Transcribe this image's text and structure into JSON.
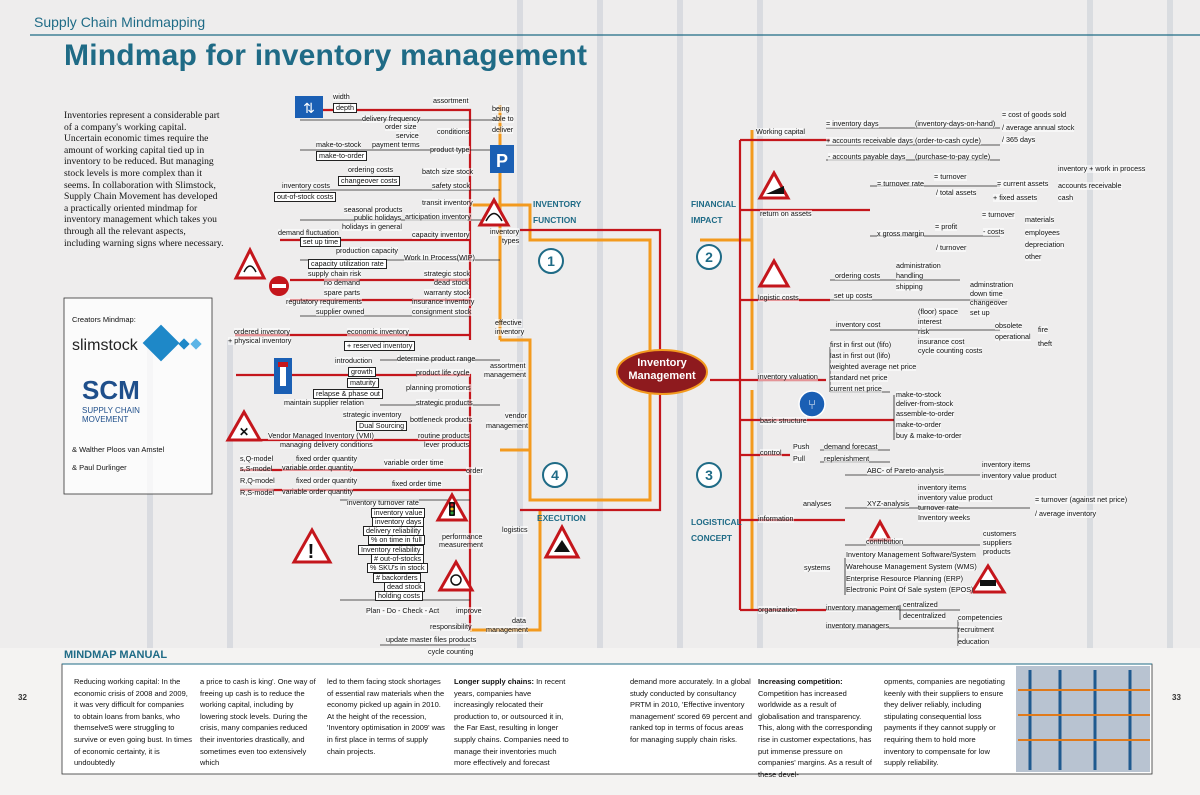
{
  "header": "Supply Chain Mindmapping",
  "title": "Mindmap for inventory management",
  "intro": "Inventories represent a considerable part of a company's working capital. Uncertain economic times require the amount of working capital tied up in inventory to be reduced. But managing stock levels is more complex than it seems. In collaboration with Slimstock, Supply Chain Movement has developed a practically oriented mindmap for inventory management which takes you through all the relevant aspects, including warning signs where necessary.",
  "creators": {
    "label": "Creators Mindmap:",
    "logo1": "slimstock",
    "logo2": "SCM",
    "logo2_sub1": "SUPPLY CHAIN",
    "logo2_sub2": "MOVEMENT",
    "person1": "& Walther Ploos van Amstel",
    "person2": "& Paul Durlinger"
  },
  "center": {
    "line1": "Inventory",
    "line2": "Management"
  },
  "branches": {
    "b1": "INVENTORY FUNCTION",
    "b2": "FINANCIAL IMPACT",
    "b3": "LOGISTICAL CONCEPT",
    "b4": "EXECUTION"
  },
  "nums": [
    "1",
    "2",
    "3",
    "4"
  ],
  "q1": [
    [
      "width",
      333,
      93,
      0
    ],
    [
      "assortment",
      433,
      97,
      0
    ],
    [
      "depth",
      333,
      103,
      1
    ],
    [
      "being",
      492,
      105,
      0
    ],
    [
      "delivery frequency",
      362,
      115,
      0
    ],
    [
      "able to",
      492,
      115,
      0
    ],
    [
      "order size",
      385,
      123,
      0
    ],
    [
      "deliver",
      492,
      126,
      0
    ],
    [
      "conditions",
      437,
      128,
      0
    ],
    [
      "service",
      396,
      132,
      0
    ],
    [
      "make-to-stock",
      316,
      141,
      0
    ],
    [
      "payment terms",
      372,
      141,
      0
    ],
    [
      "product type",
      430,
      146,
      0
    ],
    [
      "make-to-order",
      316,
      151,
      1
    ],
    [
      "ordering costs",
      348,
      166,
      0
    ],
    [
      "batch size stock",
      422,
      168,
      0
    ],
    [
      "changeover costs",
      338,
      176,
      1
    ],
    [
      "inventory costs",
      282,
      182,
      0
    ],
    [
      "safety stock",
      432,
      182,
      0
    ],
    [
      "out-of-stock costs",
      274,
      192,
      1
    ],
    [
      "transit inventory",
      422,
      199,
      0
    ],
    [
      "seasonal products",
      344,
      206,
      0
    ],
    [
      "public holidays",
      354,
      214,
      0
    ],
    [
      "articipation inventory",
      405,
      213,
      0
    ],
    [
      "holidays in general",
      342,
      223,
      0
    ],
    [
      "inventory",
      490,
      228,
      0
    ],
    [
      "demand fluctuation",
      278,
      229,
      0
    ],
    [
      "capacity inventory",
      412,
      231,
      0
    ],
    [
      "set up time",
      300,
      237,
      1
    ],
    [
      "types",
      502,
      237,
      0
    ],
    [
      "production capacity",
      336,
      247,
      0
    ],
    [
      "Work In Process(WIP)",
      404,
      254,
      0
    ],
    [
      "capacity utilization rate",
      308,
      259,
      1
    ],
    [
      "supply chain risk",
      308,
      270,
      0
    ],
    [
      "strategic stock",
      424,
      270,
      0
    ],
    [
      "no demand",
      324,
      279,
      0
    ],
    [
      "dead stock",
      434,
      279,
      0
    ],
    [
      "spare parts",
      324,
      289,
      0
    ],
    [
      "warranty stock",
      424,
      289,
      0
    ],
    [
      "regulatory requirements",
      286,
      298,
      0
    ],
    [
      "insurance inventory",
      412,
      298,
      0
    ],
    [
      "supplier owned",
      316,
      308,
      0
    ],
    [
      "consignment stock",
      412,
      308,
      0
    ],
    [
      "effective",
      495,
      319,
      0
    ],
    [
      "inventory",
      495,
      328,
      0
    ],
    [
      "ordered inventory",
      234,
      328,
      0
    ],
    [
      "economic inventory",
      347,
      328,
      0
    ],
    [
      "+ physical inventory",
      228,
      337,
      0
    ],
    [
      "+ reserved inventory",
      344,
      341,
      1
    ]
  ],
  "q4": [
    [
      "determine product range",
      397,
      355,
      0
    ],
    [
      "introduction",
      335,
      357,
      0
    ],
    [
      "assortment",
      490,
      362,
      0
    ],
    [
      "growth",
      348,
      367,
      1
    ],
    [
      "product life cycle",
      416,
      369,
      0
    ],
    [
      "management",
      484,
      371,
      0
    ],
    [
      "maturity",
      347,
      378,
      1
    ],
    [
      "planning promotions",
      406,
      384,
      0
    ],
    [
      "relapse & phase out",
      313,
      389,
      1
    ],
    [
      "maintain supplier relation",
      284,
      399,
      0
    ],
    [
      "strategic products",
      416,
      399,
      0
    ],
    [
      "vendor",
      505,
      412,
      0
    ],
    [
      "strategic inventory",
      343,
      411,
      0
    ],
    [
      "bottleneck products",
      410,
      416,
      0
    ],
    [
      "Dual Sourcing",
      356,
      421,
      1
    ],
    [
      "management",
      486,
      422,
      0
    ],
    [
      "Vendor Managed Inventory (VMI)",
      268,
      432,
      0
    ],
    [
      "routine products",
      418,
      432,
      0
    ],
    [
      "managing delivery conditions",
      280,
      441,
      0
    ],
    [
      "lever products",
      424,
      441,
      0
    ],
    [
      "s,Q-model",
      240,
      455,
      0
    ],
    [
      "fixed order quantity",
      296,
      455,
      0
    ],
    [
      "variable order time",
      384,
      459,
      0
    ],
    [
      "s,S-model",
      240,
      465,
      0
    ],
    [
      "variable order quantity",
      282,
      464,
      0
    ],
    [
      "order",
      466,
      467,
      0
    ],
    [
      "R,Q-model",
      240,
      477,
      0
    ],
    [
      "fixed order quantity",
      296,
      477,
      0
    ],
    [
      "fixed order time",
      392,
      480,
      0
    ],
    [
      "R,S-model",
      240,
      489,
      0
    ],
    [
      "variable order quantity",
      282,
      488,
      0
    ],
    [
      "inventory turnover rate",
      347,
      499,
      0
    ],
    [
      "inventory value",
      371,
      508,
      1
    ],
    [
      "inventory days",
      372,
      517,
      1
    ],
    [
      "delivery reliability",
      363,
      526,
      1
    ],
    [
      "logistics",
      502,
      526,
      0
    ],
    [
      "% on time in full",
      368,
      535,
      1
    ],
    [
      "performance",
      442,
      533,
      0
    ],
    [
      "Inventory reliability",
      358,
      545,
      1
    ],
    [
      "measurement",
      439,
      541,
      0
    ],
    [
      "# out-of-stocks",
      371,
      554,
      1
    ],
    [
      "% SKU's in stock",
      367,
      563,
      1
    ],
    [
      "# backorders",
      373,
      573,
      1
    ],
    [
      "dead stock",
      384,
      582,
      1
    ],
    [
      "holding costs",
      375,
      591,
      1
    ],
    [
      "Plan - Do - Check - Act",
      366,
      607,
      0
    ],
    [
      "improve",
      456,
      607,
      0
    ],
    [
      "data",
      512,
      617,
      0
    ],
    [
      "responsibility",
      430,
      623,
      0
    ],
    [
      "management",
      486,
      626,
      0
    ],
    [
      "update master files products",
      386,
      636,
      0
    ],
    [
      "cycle counting",
      428,
      648,
      0
    ]
  ],
  "q2": [
    [
      "= cost of goods sold",
      1002,
      111,
      0
    ],
    [
      "= inventory days",
      826,
      120,
      0
    ],
    [
      "(inventory-days-on-hand)",
      915,
      120,
      0
    ],
    [
      "/ average annual stock",
      1002,
      124,
      0
    ],
    [
      "Working capital",
      756,
      128,
      0
    ],
    [
      "+ accounts receivable days",
      826,
      137,
      0
    ],
    [
      "(order-to-cash cycle)",
      915,
      137,
      0
    ],
    [
      "/ 365 days",
      1002,
      136,
      0
    ],
    [
      "- accounts payable days",
      828,
      153,
      0
    ],
    [
      "(purchase-to-pay cycle)",
      915,
      153,
      0
    ],
    [
      "inventory + work in process",
      1058,
      165,
      0
    ],
    [
      "= turnover",
      934,
      173,
      0
    ],
    [
      "= turnover rate",
      877,
      180,
      0
    ],
    [
      "= current assets",
      997,
      180,
      0
    ],
    [
      "accounts receivable",
      1058,
      182,
      0
    ],
    [
      "/ total assets",
      936,
      189,
      0
    ],
    [
      "+ fixed assets",
      993,
      194,
      0
    ],
    [
      "cash",
      1058,
      194,
      0
    ],
    [
      "return on assets",
      760,
      210,
      0
    ],
    [
      "= turnover",
      982,
      211,
      0
    ],
    [
      "materials",
      1025,
      216,
      0
    ],
    [
      "= profit",
      935,
      223,
      0
    ],
    [
      "- costs",
      983,
      228,
      0
    ],
    [
      "employees",
      1025,
      229,
      0
    ],
    [
      "x gross margin",
      877,
      230,
      0
    ],
    [
      "depreciation",
      1025,
      241,
      0
    ],
    [
      "/ turnover",
      936,
      244,
      0
    ],
    [
      "other",
      1025,
      253,
      0
    ]
  ],
  "q3": [
    [
      "administration",
      896,
      262,
      0
    ],
    [
      "ordering costs",
      835,
      272,
      0
    ],
    [
      "handling",
      896,
      272,
      0
    ],
    [
      "adminstration",
      970,
      281,
      0
    ],
    [
      "shipping",
      896,
      283,
      0
    ],
    [
      "down time",
      970,
      290,
      0
    ],
    [
      "set up costs",
      834,
      292,
      0
    ],
    [
      "logistic costs",
      758,
      294,
      0
    ],
    [
      "changeover",
      970,
      299,
      0
    ],
    [
      "(floor) space",
      918,
      308,
      0
    ],
    [
      "set up",
      970,
      309,
      0
    ],
    [
      "interest",
      918,
      318,
      0
    ],
    [
      "obsolete",
      995,
      322,
      0
    ],
    [
      "fire",
      1038,
      326,
      0
    ],
    [
      "inventory cost",
      836,
      321,
      0
    ],
    [
      "risk",
      918,
      328,
      0
    ],
    [
      "operational",
      995,
      333,
      0
    ],
    [
      "insurance cost",
      918,
      338,
      0
    ],
    [
      "theft",
      1038,
      340,
      0
    ],
    [
      "first in first out  (fifo)",
      830,
      341,
      0
    ],
    [
      "cycle counting costs",
      918,
      347,
      0
    ],
    [
      "last in first out (lifo)",
      830,
      352,
      0
    ],
    [
      "weighted average net price",
      830,
      363,
      0
    ],
    [
      "inventory valuation",
      758,
      373,
      0
    ],
    [
      "standard net price",
      830,
      374,
      0
    ],
    [
      "current net price",
      830,
      385,
      0
    ],
    [
      "make-to-stock",
      896,
      391,
      0
    ],
    [
      "deliver-from-stock",
      896,
      400,
      0
    ],
    [
      "assemble-to-order",
      896,
      410,
      0
    ],
    [
      "basic structure",
      760,
      417,
      0
    ],
    [
      "make-to-order",
      896,
      421,
      0
    ],
    [
      "buy & make-to-order",
      896,
      432,
      0
    ],
    [
      "Push",
      793,
      443,
      0
    ],
    [
      "demand forecast",
      824,
      443,
      0
    ],
    [
      "control",
      760,
      449,
      0
    ],
    [
      "Pull",
      793,
      455,
      0
    ],
    [
      "replenishment",
      824,
      455,
      0
    ],
    [
      "inventory items",
      982,
      461,
      0
    ],
    [
      "ABC- of Pareto-analysis",
      867,
      467,
      0
    ],
    [
      "inventory value product",
      982,
      472,
      0
    ],
    [
      "inventory items",
      918,
      484,
      0
    ],
    [
      "= turnover (against net price)",
      1035,
      496,
      0
    ],
    [
      "analyses",
      803,
      500,
      0
    ],
    [
      "XYZ-analysis",
      867,
      500,
      0
    ],
    [
      "inventory value product",
      918,
      494,
      0
    ],
    [
      "turnover rate",
      918,
      504,
      0
    ],
    [
      "/ average inventory",
      1035,
      510,
      0
    ],
    [
      "information",
      758,
      515,
      0
    ],
    [
      "Inventory weeks",
      918,
      514,
      0
    ],
    [
      "customers",
      983,
      530,
      0
    ],
    [
      "contribution",
      866,
      538,
      0
    ],
    [
      "suppliers",
      983,
      539,
      0
    ],
    [
      "products",
      983,
      548,
      0
    ],
    [
      "Inventory Management Software/System",
      846,
      551,
      0
    ],
    [
      "systems",
      804,
      564,
      0
    ],
    [
      "Warehouse Management System (WMS)",
      846,
      563,
      0
    ],
    [
      "Enterprise Resource Planning (ERP)",
      846,
      575,
      0
    ],
    [
      "Electronic Point Of Sale system (EPOS)",
      846,
      586,
      0
    ],
    [
      "centralized",
      903,
      601,
      0
    ],
    [
      "inventory management",
      826,
      604,
      0
    ],
    [
      "organization",
      758,
      606,
      0
    ],
    [
      "decentralized",
      903,
      612,
      0
    ],
    [
      "competencies",
      958,
      614,
      0
    ],
    [
      "inventory managers",
      826,
      622,
      0
    ],
    [
      "recruitment",
      958,
      626,
      0
    ],
    [
      "education",
      958,
      638,
      0
    ]
  ],
  "manual": {
    "title": "MINDMAP MANUAL",
    "c1": "Reducing working capital: In the economic crisis of 2008 and 2009, it was very difficult for companies to obtain loans from banks, who themselveS were struggling to survive or even going bust. In times of economic certainty, it is undoubtedly",
    "c2": "a price to cash is king'. One way of freeing up cash is to reduce the working capital, including by lowering stock levels. During the crisis, many companies reduced their inventories drastically, and sometimes even too extensively which",
    "c3": "led to them facing stock shortages of essential raw materials when the economy picked up again in 2010. At the height of the recession, 'Inventory optimisation in 2009' was in first place in terms of supply chain projects.",
    "c4h": "Longer supply chains:",
    "c4": " In recent years, companies have increasingly relocated their production to, or outsourced it in, the Far East, resulting in longer supply chains. Companies need to manage their inventories much more effectively and forecast",
    "c5": "demand more accurately. In a global study conducted by consultancy PRTM in 2010, 'Effective inventory management' scored 69 percent and ranked top in terms of focus areas for managing supply chain risks.",
    "c6h": "Increasing competition:",
    "c6": " Competition has increased worldwide as a result of globalisation and transparency. This, along with the corresponding rise in customer expectations, has put immense pressure on companies' margins. As a result of these devel-",
    "c7": "opments, companies are negotiating keenly with their suppliers to ensure they deliver reliably, including stipulating consequential loss payments if they cannot supply or requiring them to hold more inventory to compensate for low supply reliability."
  },
  "pages": {
    "left": "32",
    "right": "33"
  },
  "colors": {
    "accent": "#1f6b86",
    "orange": "#f39a1e",
    "red": "#c4161c",
    "center": "#8e1a1e"
  }
}
